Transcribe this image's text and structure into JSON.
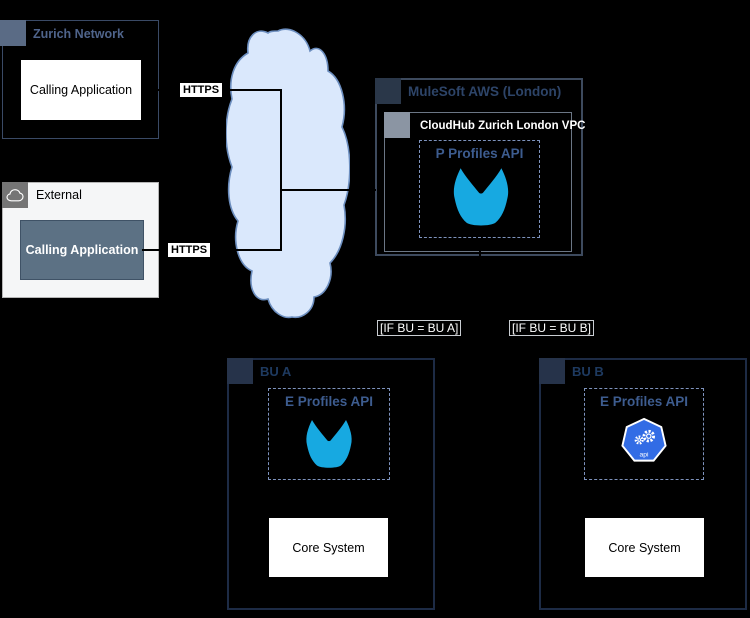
{
  "diagram": {
    "zurich_network": {
      "title": "Zurich Network",
      "app_label": "Calling Application"
    },
    "external": {
      "title": "External",
      "app_label": "Calling Application"
    },
    "connections": {
      "https_top": "HTTPS",
      "https_bottom": "HTTPS",
      "if_bu_a": "[IF BU = BU A]",
      "if_bu_b": "[IF BU = BU B]"
    },
    "mulesoft_aws": {
      "title": "MuleSoft AWS (London)",
      "vpc_title": "CloudHub Zurich London VPC",
      "api_title": "P Profiles API",
      "api_icon": "mule-icon"
    },
    "bu_a": {
      "title": "BU A",
      "api_title": "E Profiles API",
      "api_icon": "mule-icon",
      "core_label": "Core System"
    },
    "bu_b": {
      "title": "BU B",
      "api_title": "E Profiles API",
      "api_icon": "kubernetes-api-icon",
      "kube_icon_label": "api",
      "core_label": "Core System"
    },
    "colors": {
      "mule_cyan": "#17A9E1",
      "kubernetes_blue": "#326CE5",
      "cloud_fill": "#DAE8FC",
      "cloud_stroke": "#6C8EBF",
      "background": "#000000"
    }
  }
}
